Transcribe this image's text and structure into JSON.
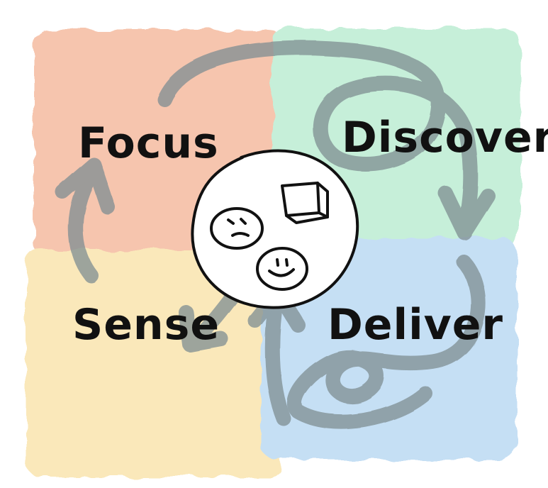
{
  "quadrants": {
    "focus": {
      "label": "Focus",
      "color": "#f4b79b"
    },
    "discover": {
      "label": "Discover",
      "color": "#b9ecd0"
    },
    "sense": {
      "label": "Sense",
      "color": "#f9e3a9"
    },
    "deliver": {
      "label": "Deliver",
      "color": "#b7d8f2"
    }
  },
  "arrow_color": "#7f8e92",
  "center": {
    "face_icons": [
      "sad-face-icon",
      "happy-face-icon"
    ],
    "object_icon": "box-icon"
  }
}
